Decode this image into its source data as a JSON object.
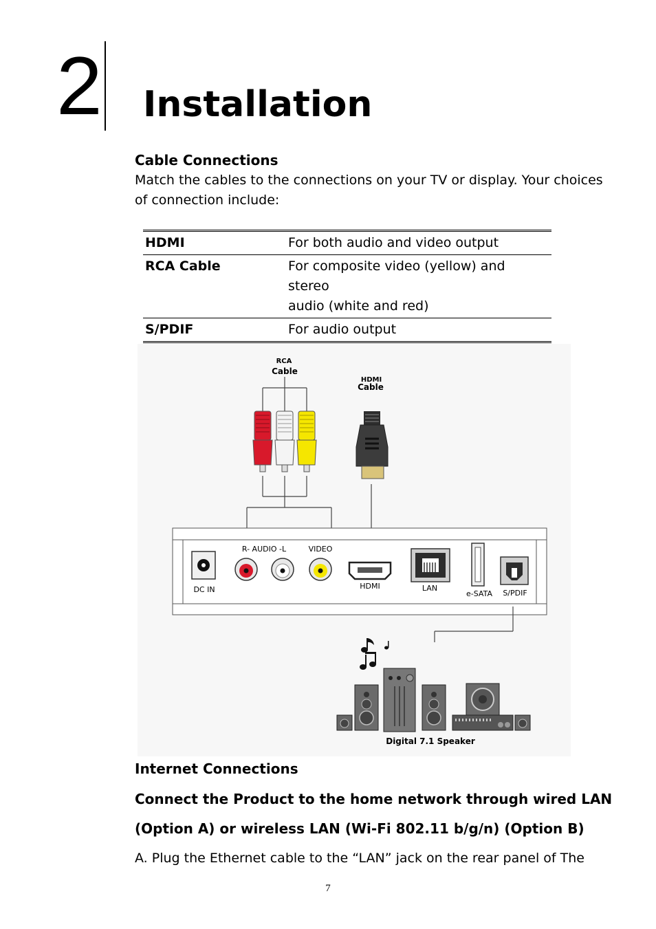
{
  "chapter": {
    "number": "2",
    "title": "Installation"
  },
  "cable_section": {
    "heading": "Cable Connections",
    "intro_line1": "Match the cables to the connections on your TV or display. Your choices",
    "intro_line2": "of connection include:"
  },
  "connections_table": [
    {
      "name": "HDMI",
      "desc_line1": "For both audio and video output",
      "desc_line2": ""
    },
    {
      "name": "RCA Cable",
      "desc_line1": "For composite video (yellow) and stereo",
      "desc_line2": "audio (white and red)"
    },
    {
      "name": "S/PDIF",
      "desc_line1": "For audio output",
      "desc_line2": ""
    }
  ],
  "diagram": {
    "rca_label_1": "RCA",
    "rca_label_2": "Cable",
    "hdmi_label_1": "HDMI",
    "hdmi_label_2": "Cable",
    "port_audio": "R- AUDIO -L",
    "port_video": "VIDEO",
    "port_dcin": "DC IN",
    "port_hdmi": "HDMI",
    "port_lan": "LAN",
    "port_esata": "e-SATA",
    "port_spdif": "S/PDIF",
    "speaker_label": "Digital 7.1 Speaker",
    "colors": {
      "red": "#d8192b",
      "white": "#f4f4f4",
      "yellow": "#f5e600",
      "dark": "#3c3c3c"
    }
  },
  "internet_section": {
    "heading": "Internet Connections",
    "subheading_line1": "Connect the Product to the home network through wired LAN",
    "subheading_line2": "(Option A) or wireless LAN (Wi-Fi 802.11 b/g/n) (Option B)",
    "step_a": "A.  Plug the Ethernet cable to the “LAN” jack on the rear panel of The"
  },
  "page_number": "7"
}
